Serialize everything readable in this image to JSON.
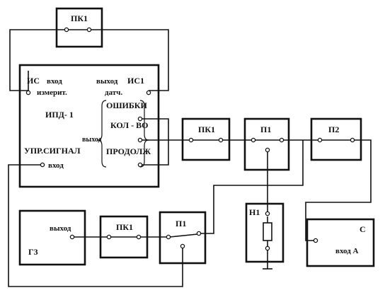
{
  "blocks": {
    "pk1_top": {
      "label": "ПК1"
    },
    "ipd": {
      "is_label": "ИС",
      "in_label": "вход",
      "meas_label": "измерит.",
      "out_label": "выход",
      "is1_label": "ИС1",
      "sensor_label": "датч.",
      "name": "ИПД- 1",
      "errors_label": "ОШИБКИ",
      "count_label": "КОЛ - ВО",
      "out2_label": "выход",
      "duration_label": "ПРОДОЛЖ",
      "ctrl_label": "УПР.СИГНАЛ",
      "ctrl_in_label": "вход"
    },
    "pk1_mid": {
      "label": "ПК1"
    },
    "p1_mid": {
      "label": "П1"
    },
    "p2": {
      "label": "П2"
    },
    "g3": {
      "name": "Г3",
      "out_label": "выход"
    },
    "pk1_bottom": {
      "label": "ПК1"
    },
    "p1_bottom": {
      "label": "П1"
    },
    "h1": {
      "label": "Н1"
    },
    "c": {
      "name": "С",
      "in_label": "вход А"
    }
  }
}
